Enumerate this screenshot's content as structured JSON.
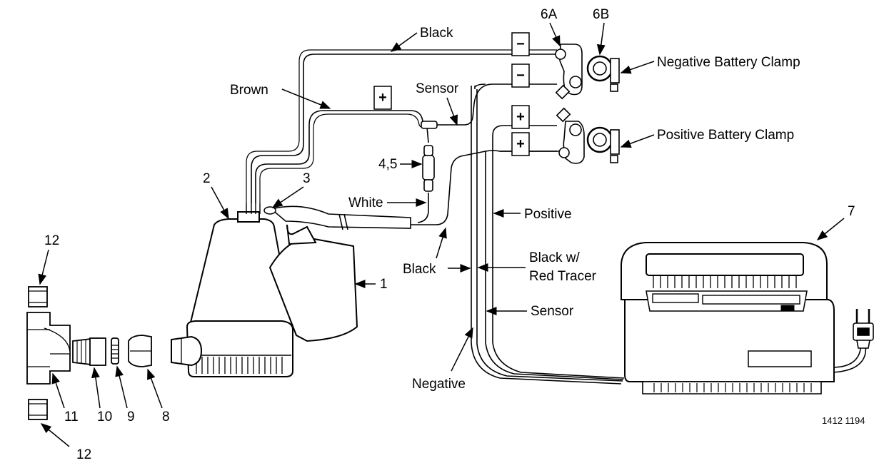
{
  "labels": {
    "black_top": "Black",
    "brown": "Brown",
    "sensor_top": "Sensor",
    "white": "White",
    "black_bottom": "Black",
    "black_left": "Black",
    "positive": "Positive",
    "black_red_1": "Black w/",
    "black_red_2": "Red Tracer",
    "sensor_bottom": "Sensor",
    "negative": "Negative",
    "neg_clamp": "Negative Battery Clamp",
    "pos_clamp": "Positive Battery Clamp"
  },
  "callouts": {
    "n1": "1",
    "n2": "2",
    "n3": "3",
    "n45": "4,5",
    "n6a": "6A",
    "n6b": "6B",
    "n7": "7",
    "n8": "8",
    "n9": "9",
    "n10": "10",
    "n11": "11",
    "n12_top": "12",
    "n12_bottom": "12"
  },
  "signs": {
    "minus_1": "−",
    "minus_2": "−",
    "plus_brown": "+",
    "plus_1": "+",
    "plus_2": "+"
  },
  "figure_id": "1412 1194"
}
